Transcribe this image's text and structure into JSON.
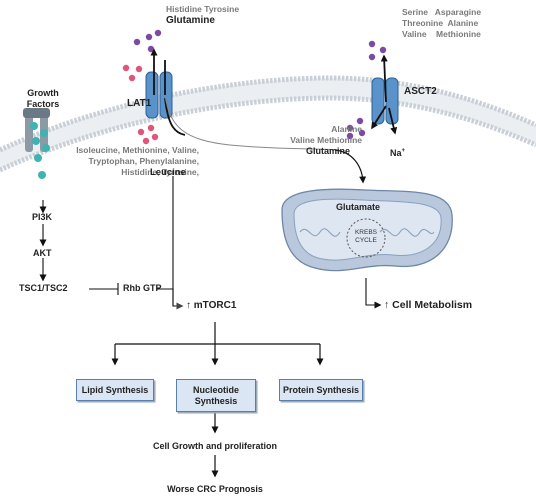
{
  "growth_factors": "Growth\nFactors",
  "lat1": {
    "label": "LAT1",
    "top_amino_acids": "Histidine Tyrosine",
    "top_glutamine": "Glutamine",
    "bottom_amino_acids": "Isoleucine, Methionine, Valine,\nTryptophan, Phenylalanine,\nHistidine, Tyrosine,",
    "bottom_leucine": "Leucine"
  },
  "asct2": {
    "label": "ASCT2",
    "top_amino_acids": "Serine   Asparagine\nThreonine  Alanine\nValine    Methionine",
    "bottom_amino_acids": "Alanine\nValine   Methionine",
    "bottom_glutamine": "Glutamine",
    "ion": "Na",
    "ion_charge": "+"
  },
  "pathway": {
    "pi3k": "PI3K",
    "akt": "AKT",
    "tsc": "TSC1/TSC2",
    "rhb": "Rhb GTP",
    "mtorc1": "mTORC1",
    "up_arrow": "↑"
  },
  "mitochondrion": {
    "glutamate": "Glutamate",
    "krebs": "KREBS\nCYCLE",
    "cell_metabolism": "Cell Metabolism",
    "up_arrow": "↑"
  },
  "outcomes": {
    "lipid": "Lipid Synthesis",
    "nucleotide": "Nucleotide\nSynthesis",
    "protein": "Protein Synthesis",
    "growth": "Cell Growth and proliferation",
    "prognosis": "Worse CRC Prognosis"
  },
  "colors": {
    "membrane_head": "#c9cfd6",
    "membrane_fill": "#eceff2",
    "transporter": "#5a93c9",
    "transporter_dark": "#2f5f95",
    "purple_dot": "#7b4aa3",
    "pink_dot": "#e0567a",
    "teal_dot": "#3fb3b0",
    "mito_fill": "#b9c8dc",
    "mito_inner": "#dde6f1",
    "box_fill": "#dbe6f4",
    "box_border": "#5b7fa8"
  }
}
